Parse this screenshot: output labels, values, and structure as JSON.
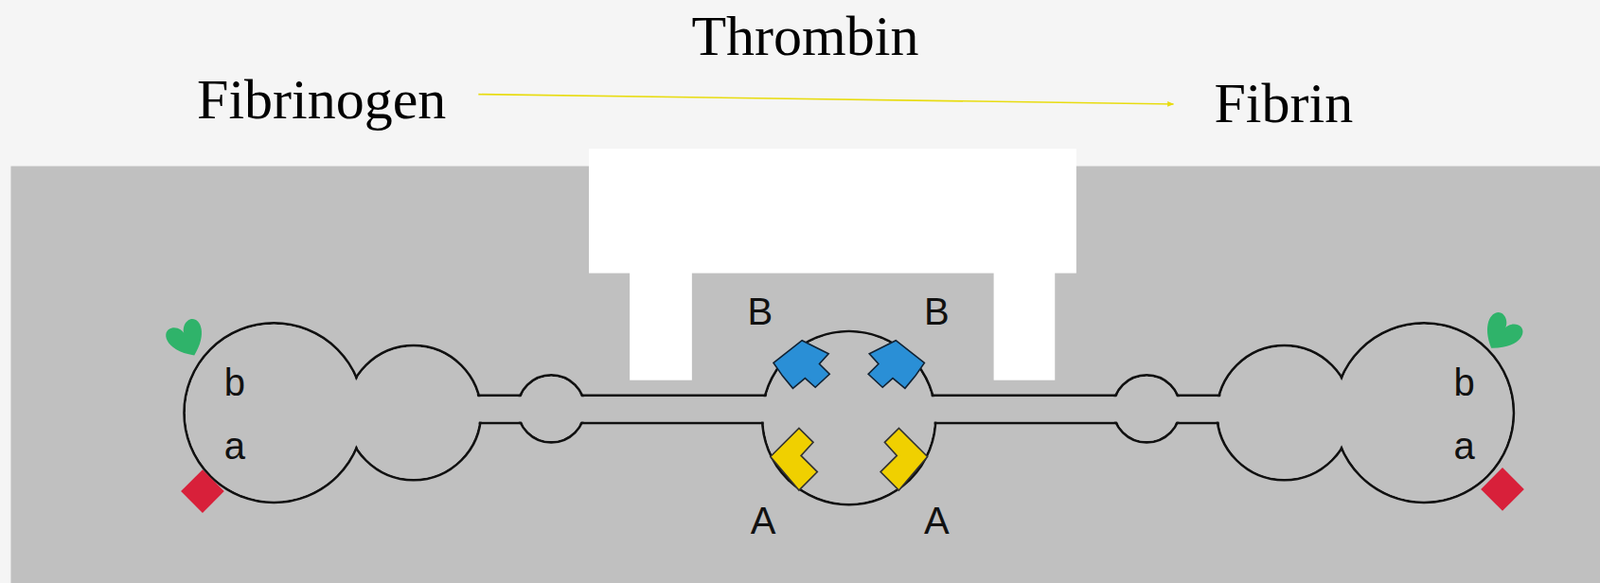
{
  "diagram": {
    "nodes": [
      {
        "text": [
          "Fibrinogen"
        ]
      },
      {
        "text": [
          "Fibrin"
        ]
      }
    ],
    "edges": [
      {
        "from": 0,
        "to": 1,
        "arrow": "to",
        "label": "Thrombin"
      }
    ],
    "labels": [
      "B",
      "B",
      "b",
      "a",
      "b",
      "a",
      "A",
      "A"
    ]
  }
}
